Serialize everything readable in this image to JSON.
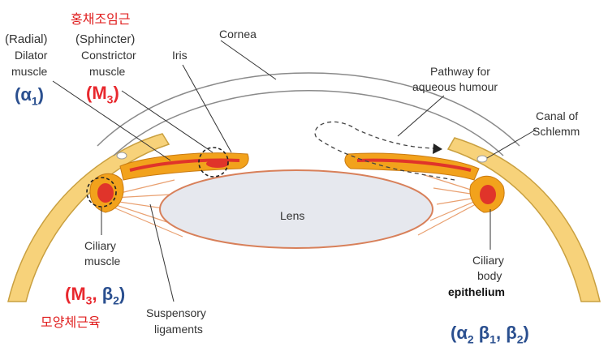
{
  "colors": {
    "sclera_fill": "#f7d27a",
    "muscle_orange": "#f2a21c",
    "muscle_red": "#e0342a",
    "lens_fill": "#e6e8ee",
    "lens_edge": "#d8805a",
    "ligament": "#e9a070",
    "cornea_line": "#8a8a8a",
    "label_text": "#333333",
    "receptor_blue": "#2a4f8f",
    "receptor_red": "#e8282e",
    "korean_red": "#e02020"
  },
  "labels": {
    "sphincter_korean": "홍채조임근",
    "radial": "(Radial)",
    "dilator": "Dilator",
    "dilator_muscle": "muscle",
    "sphincter": "(Sphincter)",
    "constrictor": "Constrictor",
    "constrictor_muscle": "muscle",
    "iris": "Iris",
    "cornea": "Cornea",
    "pathway_1": "Pathway for",
    "pathway_2": "aqueous humour",
    "canal_1": "Canal of",
    "canal_2": "Schlemm",
    "lens": "Lens",
    "ciliary_1": "Ciliary",
    "ciliary_2": "muscle",
    "ciliary_korean": "모양체근육",
    "suspensory_1": "Suspensory",
    "suspensory_2": "ligaments",
    "ciliary_body_1": "Ciliary",
    "ciliary_body_2": "body",
    "ciliary_body_3": "epithelium"
  },
  "receptors": {
    "dilator": {
      "symbol": "α",
      "sub": "1"
    },
    "constrictor": {
      "symbol": "M",
      "sub": "3"
    },
    "ciliary_muscle": {
      "m": "M",
      "m_sub": "3",
      "sep": ", ",
      "b": "β",
      "b_sub": "2"
    },
    "ciliary_epithelium": {
      "a": "α",
      "a_sub": "2",
      "b1": "β",
      "b1_sub": "1",
      "sep": ", ",
      "b2": "β",
      "b2_sub": "2"
    }
  }
}
